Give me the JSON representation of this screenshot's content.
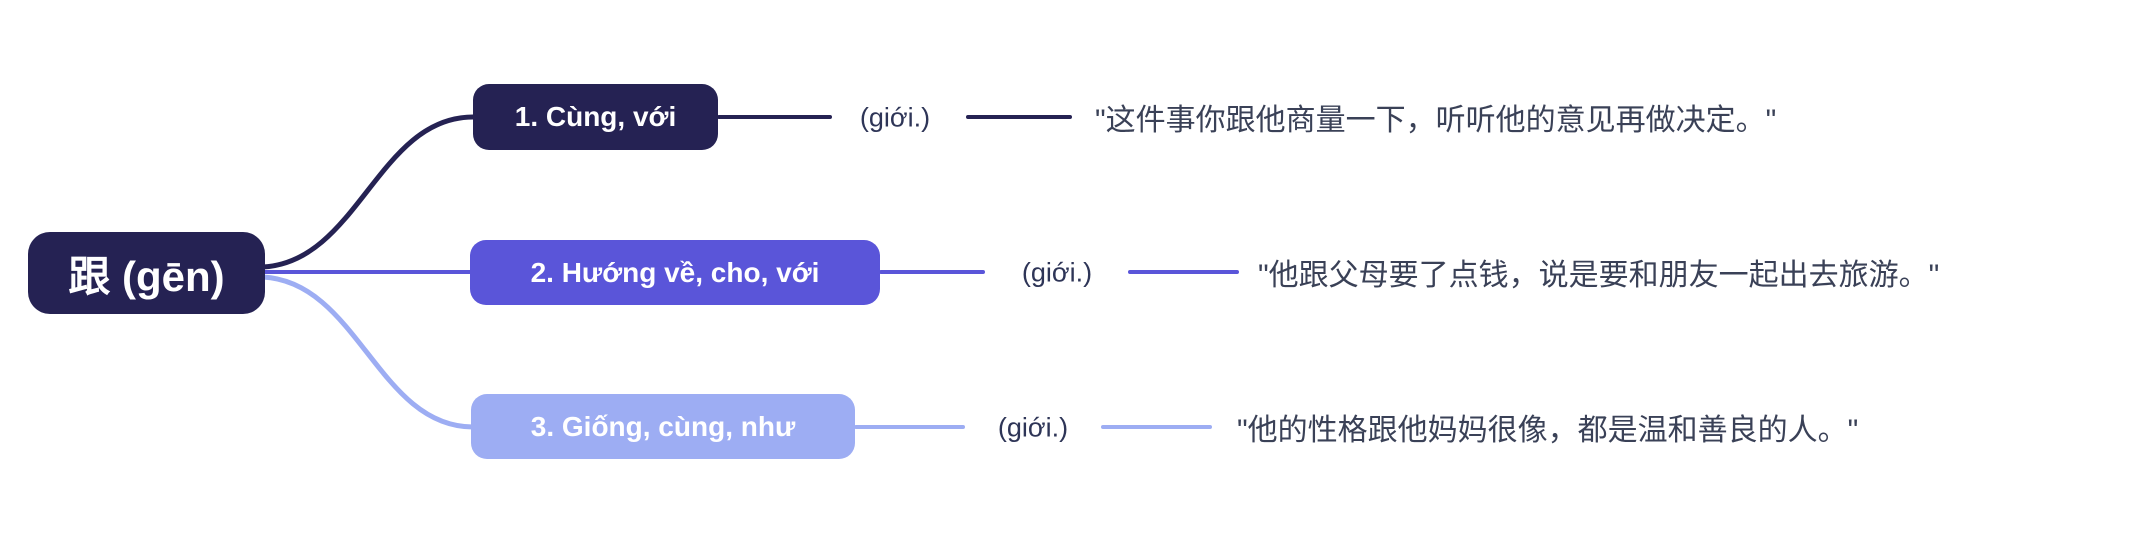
{
  "diagram": {
    "type": "mindmap",
    "root": {
      "label": "跟 (gēn)"
    },
    "branches": [
      {
        "label": "1. Cùng, với",
        "pos": "(giới.)",
        "example": "\"这件事你跟他商量一下，听听他的意见再做决定。\""
      },
      {
        "label": "2. Hướng về, cho, với",
        "pos": "(giới.)",
        "example": "\"他跟父母要了点钱，说是要和朋友一起出去旅游。\""
      },
      {
        "label": "3. Giống, cùng, như",
        "pos": "(giới.)",
        "example": "\"他的性格跟他妈妈很像，都是温和善良的人。\""
      }
    ],
    "colors": {
      "background": "#ffffff",
      "root_bg": "#252253",
      "root_text": "#ffffff",
      "branch1": "#252253",
      "branch2": "#5a55d9",
      "branch3": "#9dadf3",
      "node_text": "#ffffff",
      "pos_text": "#2e3557",
      "example_text": "#3a4157"
    }
  }
}
